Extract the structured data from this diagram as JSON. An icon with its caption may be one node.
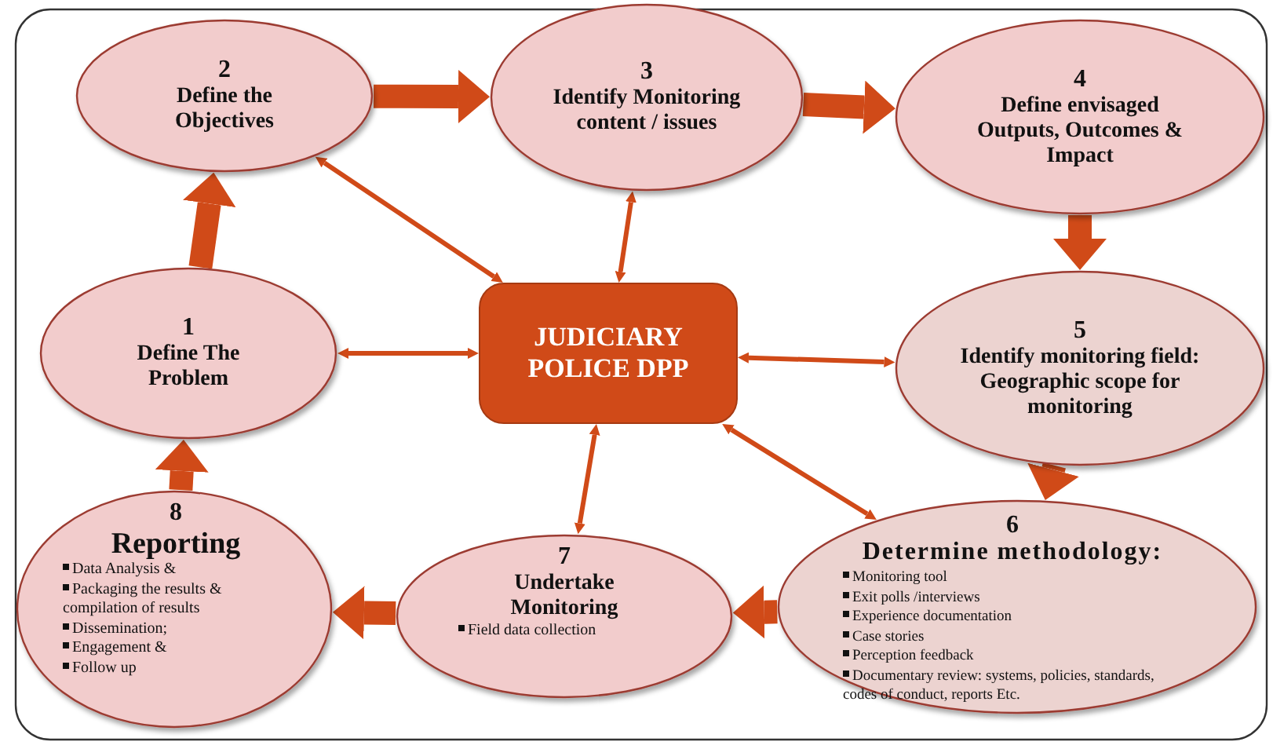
{
  "diagram": {
    "nodes": [
      {
        "text": [
          "1",
          "Define The Problem"
        ]
      },
      {
        "text": [
          "2",
          "Define the Objectives"
        ]
      },
      {
        "text": [
          "3",
          "Identify Monitoring content / issues"
        ]
      },
      {
        "text": [
          "4",
          "Define envisaged Outputs, Outcomes & Impact"
        ]
      },
      {
        "text": [
          "5",
          "Identify monitoring field: Geographic scope for monitoring"
        ]
      },
      {
        "text": [
          "6",
          "Determine  methodology:",
          "Monitoring tool",
          "Exit polls /interviews",
          "Experience documentation",
          "Case stories",
          "Perception feedback",
          "Documentary review: systems, policies, standards, codes of conduct, reports Etc."
        ]
      },
      {
        "text": [
          "7",
          "Undertake Monitoring",
          "Field data collection"
        ]
      },
      {
        "text": [
          "8",
          "Reporting",
          "Data Analysis &",
          "Packaging the results & compilation of results",
          "Dissemination;",
          "Engagement &",
          "Follow up"
        ]
      },
      {
        "text": [
          "JUDICIARY POLICE DPP"
        ]
      }
    ],
    "edges": [
      {
        "from": 0,
        "to": 1,
        "arrow": "to"
      },
      {
        "from": 1,
        "to": 2,
        "arrow": "to"
      },
      {
        "from": 2,
        "to": 3,
        "arrow": "to"
      },
      {
        "from": 3,
        "to": 4,
        "arrow": "to"
      },
      {
        "from": 4,
        "to": 5,
        "arrow": "to"
      },
      {
        "from": 5,
        "to": 6,
        "arrow": "to"
      },
      {
        "from": 6,
        "to": 7,
        "arrow": "to"
      },
      {
        "from": 7,
        "to": 0,
        "arrow": "to"
      },
      {
        "from": 8,
        "to": 0,
        "arrow": "both"
      },
      {
        "from": 8,
        "to": 1,
        "arrow": "both"
      },
      {
        "from": 8,
        "to": 2,
        "arrow": "both"
      },
      {
        "from": 8,
        "to": 4,
        "arrow": "both"
      },
      {
        "from": 8,
        "to": 5,
        "arrow": "both"
      },
      {
        "from": 8,
        "to": 6,
        "arrow": "both"
      }
    ]
  }
}
